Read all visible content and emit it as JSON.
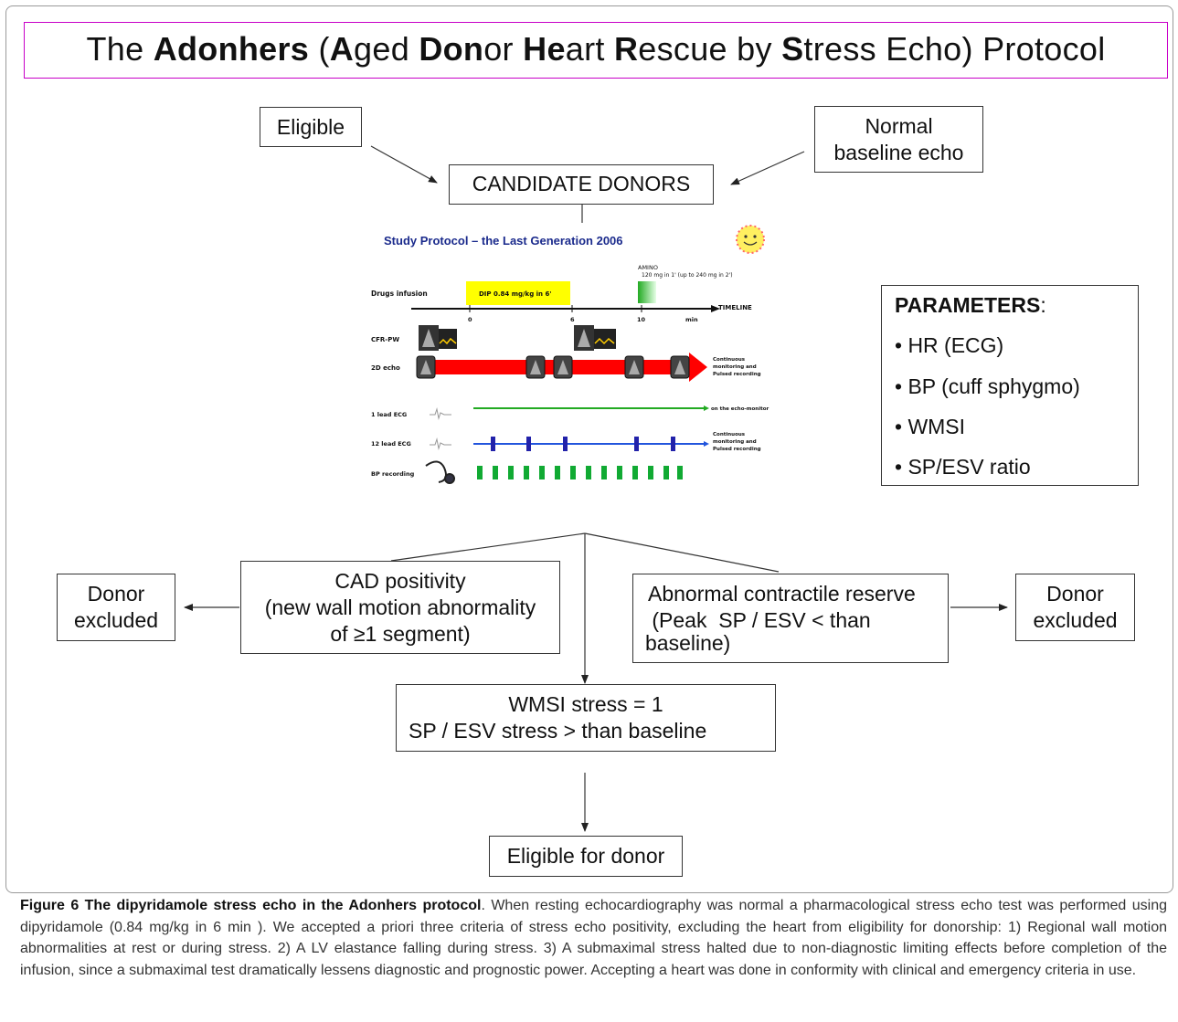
{
  "title": {
    "parts": [
      "The ",
      "Adonhers",
      " (",
      "A",
      "ged ",
      "Don",
      "or ",
      "He",
      "art ",
      "R",
      "escue by ",
      "S",
      "tress Echo) Protocol"
    ]
  },
  "boxes": {
    "eligible": "Eligible",
    "normal_baseline": [
      "Normal",
      "baseline echo"
    ],
    "candidate_donors": "CANDIDATE DONORS",
    "donor_excluded_left": [
      "Donor",
      "excluded"
    ],
    "cad_positivity": [
      "CAD positivity",
      "(new wall motion abnormality",
      "of ≥1 segment)"
    ],
    "abnormal_reserve": [
      "Abnormal contractile reserve",
      " (Peak  SP / ESV < than",
      "baseline)"
    ],
    "donor_excluded_right": [
      "Donor",
      "excluded"
    ],
    "wmsi_stress": [
      "WMSI stress = 1",
      "SP / ESV stress > than baseline"
    ],
    "eligible_for_donor": "Eligible for donor"
  },
  "parameters": {
    "heading": "PARAMETERS",
    "heading_suffix": ":",
    "items": [
      "• HR (ECG)",
      "• BP (cuff sphygmo)",
      "• WMSI",
      "• SP/ESV ratio"
    ]
  },
  "study_protocol": {
    "title": "Study Protocol – the Last Generation 2006",
    "amino_label": "AMINO",
    "amino_dose": "120 mg in 1' (up to 240 mg in 2')",
    "dip_label": "DIP 0.84 mg/kg in 6'",
    "drugs_infusion": "Drugs infusion",
    "timeline": "TIMELINE",
    "ticks": [
      "0",
      "6",
      "10",
      "min"
    ],
    "rows": [
      "CFR-PW",
      "2D echo",
      "1 lead ECG",
      "12 lead ECG",
      "BP recording"
    ],
    "continuous_1": [
      "Continuous",
      "monitoring and",
      "Pulsed recording"
    ],
    "on_echo_monitor": "on the echo-monitor",
    "continuous_2": [
      "Continuous",
      "monitoring and",
      "Pulsed recording"
    ],
    "colors": {
      "dip": "#ffff00",
      "amino": "#44cc44",
      "red_arrow": "#ff0000",
      "green_line": "#22aa22",
      "blue_line": "#2255dd",
      "title_blue": "#1a2a8c"
    }
  },
  "caption": {
    "label": "Figure 6",
    "bold_title": "The dipyridamole stress echo in the Adonhers protocol",
    "text": ". When resting echocardiography was normal a pharmacological stress echo test was performed using dipyridamole (0.84 mg/kg in 6 min ). We accepted a priori three criteria of stress echo positivity, excluding the heart from eligibility for donorship: 1) Regional wall motion abnormalities at rest or during stress. 2) A LV elastance falling during stress. 3) A submaximal stress halted due to non-diagnostic limiting effects before completion of the infusion, since a submaximal test dramatically lessens diagnostic and prognostic power. Accepting a heart was done in conformity with clinical and emergency criteria in use."
  }
}
